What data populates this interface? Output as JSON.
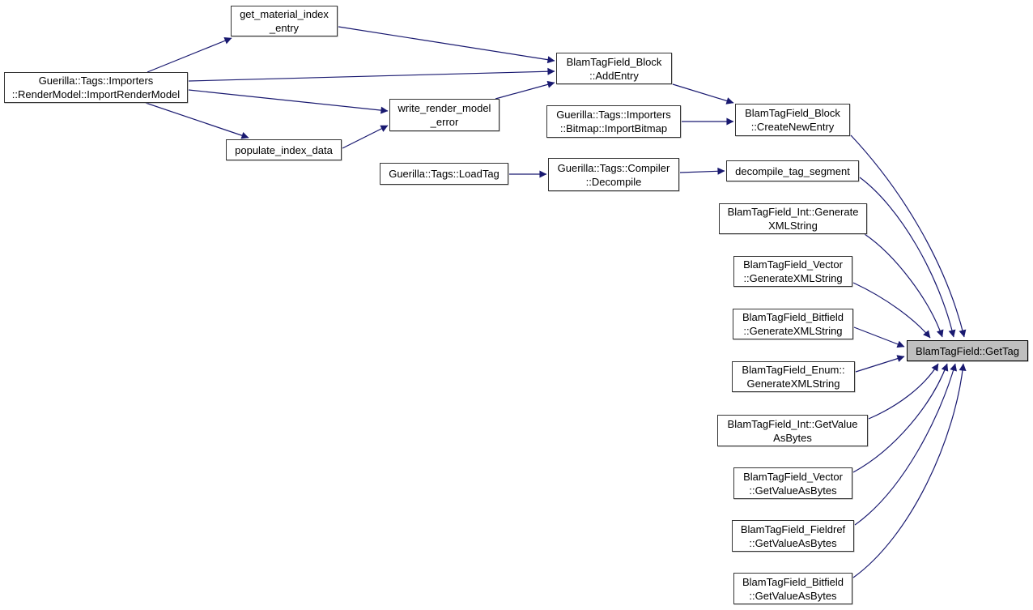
{
  "diagram": {
    "kind": "caller-graph",
    "colors": {
      "edge": "#191970",
      "node_border": "#353535",
      "node_fill": "#ffffff",
      "highlight_fill": "#bfbfbf",
      "background": "#ffffff"
    }
  },
  "nodes": {
    "get_material_index_entry": {
      "label": "get_material_index\n_entry"
    },
    "import_render_model": {
      "label": "Guerilla::Tags::Importers\n::RenderModel::ImportRenderModel"
    },
    "populate_index_data": {
      "label": "populate_index_data"
    },
    "write_render_model_error": {
      "label": "write_render_model\n_error"
    },
    "block_add_entry": {
      "label": "BlamTagField_Block\n::AddEntry"
    },
    "bitmap_import_bitmap": {
      "label": "Guerilla::Tags::Importers\n::Bitmap::ImportBitmap"
    },
    "block_create_new_entry": {
      "label": "BlamTagField_Block\n::CreateNewEntry"
    },
    "load_tag": {
      "label": "Guerilla::Tags::LoadTag"
    },
    "compiler_decompile": {
      "label": "Guerilla::Tags::Compiler\n::Decompile"
    },
    "decompile_tag_segment": {
      "label": "decompile_tag_segment"
    },
    "int_generate_xml_string": {
      "label": "BlamTagField_Int::Generate\nXMLString"
    },
    "vector_generate_xml_string": {
      "label": "BlamTagField_Vector\n::GenerateXMLString"
    },
    "bitfield_generate_xml_string": {
      "label": "BlamTagField_Bitfield\n::GenerateXMLString"
    },
    "enum_generate_xml_string": {
      "label": "BlamTagField_Enum::\nGenerateXMLString"
    },
    "int_get_value_as_bytes": {
      "label": "BlamTagField_Int::GetValue\nAsBytes"
    },
    "vector_get_value_as_bytes": {
      "label": "BlamTagField_Vector\n::GetValueAsBytes"
    },
    "fieldref_get_value_as_bytes": {
      "label": "BlamTagField_Fieldref\n::GetValueAsBytes"
    },
    "bitfield_get_value_as_bytes": {
      "label": "BlamTagField_Bitfield\n::GetValueAsBytes"
    },
    "get_tag": {
      "label": "BlamTagField::GetTag"
    }
  }
}
